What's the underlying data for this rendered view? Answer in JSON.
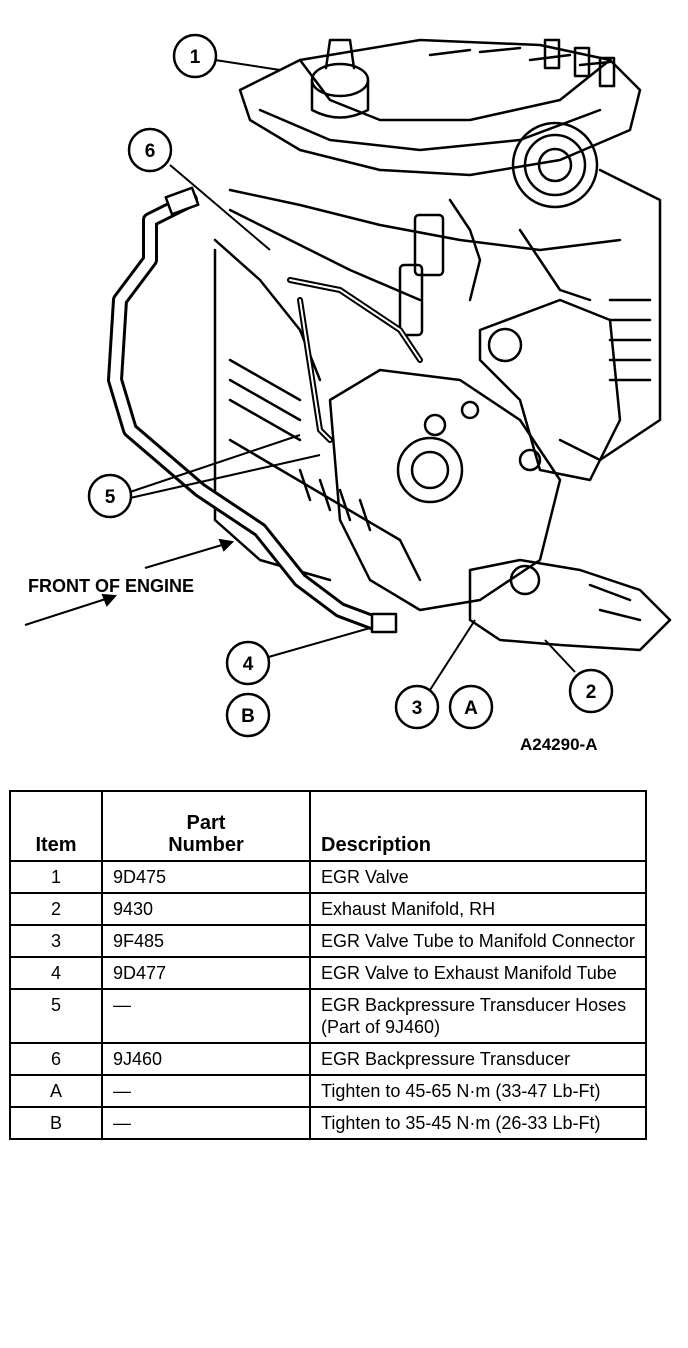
{
  "diagram": {
    "callouts": [
      {
        "id": "c1",
        "label": "1"
      },
      {
        "id": "c6",
        "label": "6"
      },
      {
        "id": "c5",
        "label": "5"
      },
      {
        "id": "c4",
        "label": "4"
      },
      {
        "id": "cB",
        "label": "B"
      },
      {
        "id": "c3",
        "label": "3"
      },
      {
        "id": "cA",
        "label": "A"
      },
      {
        "id": "c2",
        "label": "2"
      }
    ],
    "front_label": "FRONT OF ENGINE",
    "figure_id": "A24290-A"
  },
  "table": {
    "headers": {
      "item": "Item",
      "part_line1": "Part",
      "part_line2": "Number",
      "description": "Description"
    },
    "rows": [
      {
        "item": "1",
        "part": "9D475",
        "desc": "EGR Valve"
      },
      {
        "item": "2",
        "part": "9430",
        "desc": "Exhaust Manifold, RH"
      },
      {
        "item": "3",
        "part": "9F485",
        "desc": "EGR Valve Tube to Manifold Connector"
      },
      {
        "item": "4",
        "part": "9D477",
        "desc": "EGR Valve to Exhaust Manifold Tube"
      },
      {
        "item": "5",
        "part": "—",
        "desc": "EGR Backpressure Transducer Hoses (Part of 9J460)"
      },
      {
        "item": "6",
        "part": "9J460",
        "desc": "EGR Backpressure Transducer"
      },
      {
        "item": "A",
        "part": "—",
        "desc": "Tighten to 45-65 N·m (33-47 Lb-Ft)"
      },
      {
        "item": "B",
        "part": "—",
        "desc": "Tighten to 35-45 N·m (26-33 Lb-Ft)"
      }
    ]
  }
}
